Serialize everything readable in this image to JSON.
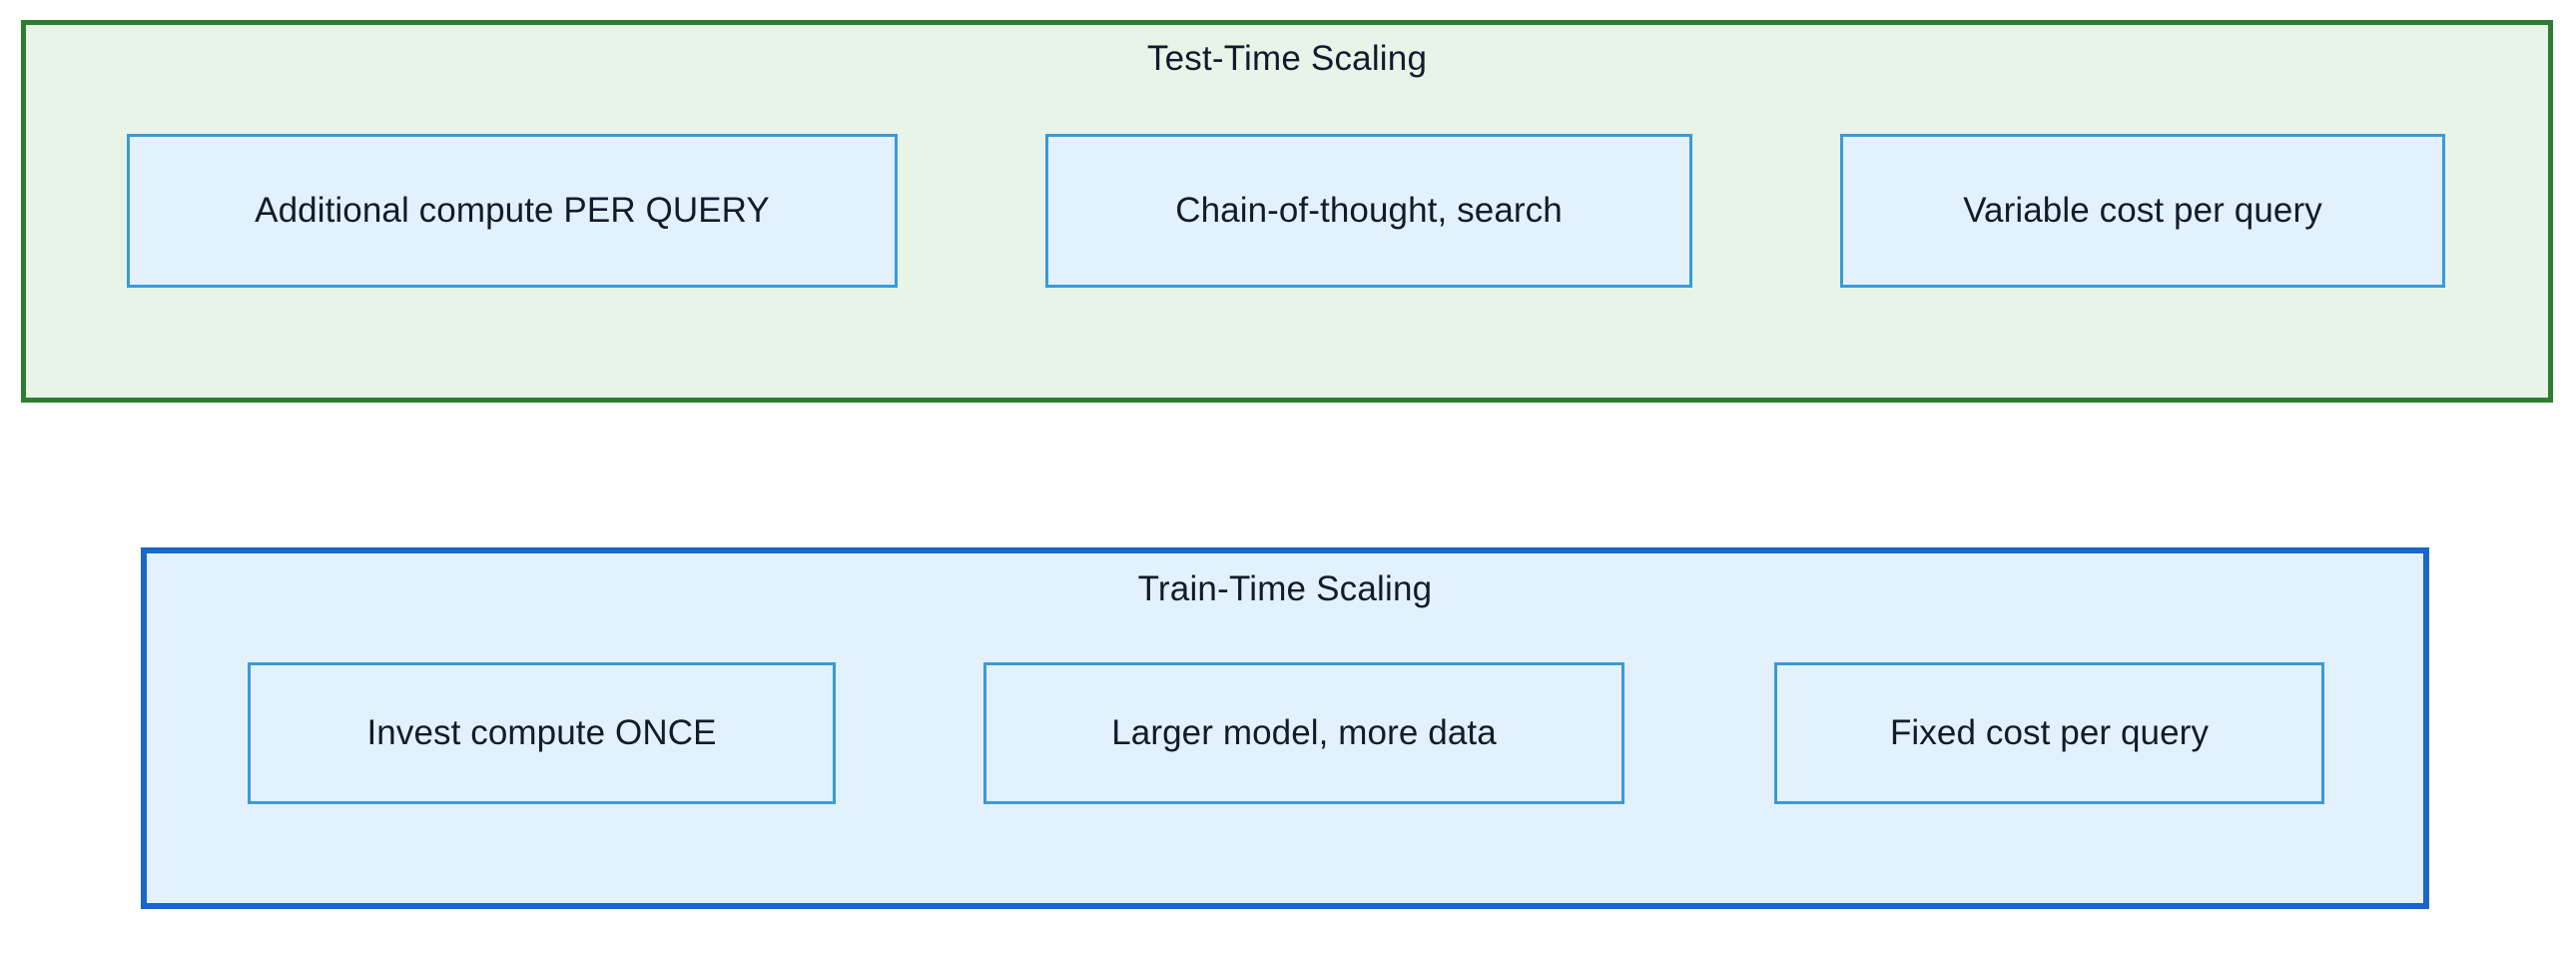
{
  "diagram": {
    "title": "",
    "groups": [
      {
        "id": "test-time-scaling",
        "title": "Test-Time Scaling",
        "accent_border_color": "#2e7d32",
        "fill_color": "#e7f4e7",
        "items": [
          {
            "label": "Additional compute PER QUERY",
            "border_color": "#3a9ada",
            "fill_color": "#e3f1fc"
          },
          {
            "label": "Chain-of-thought, search",
            "border_color": "#3a9ada",
            "fill_color": "#e3f1fc"
          },
          {
            "label": "Variable cost per query",
            "border_color": "#3a9ada",
            "fill_color": "#e3f1fc"
          }
        ]
      },
      {
        "id": "train-time-scaling",
        "title": "Train-Time Scaling",
        "accent_border_color": "#1967c8",
        "fill_color": "#e3f1fc",
        "items": [
          {
            "label": "Invest compute ONCE",
            "border_color": "#3a9ada",
            "fill_color": "#e3f1fc"
          },
          {
            "label": "Larger model, more data",
            "border_color": "#3a9ada",
            "fill_color": "#e3f1fc"
          },
          {
            "label": "Fixed cost per query",
            "border_color": "#3a9ada",
            "fill_color": "#e3f1fc"
          }
        ]
      }
    ],
    "colors": {
      "text": "#131a2e",
      "page_background": "#ffffff",
      "green_border": "#2e7d32",
      "green_fill": "#e7f4e7",
      "blue_border": "#1967c8",
      "blue_fill": "#e3f1fc",
      "item_border": "#3a9ada"
    }
  }
}
